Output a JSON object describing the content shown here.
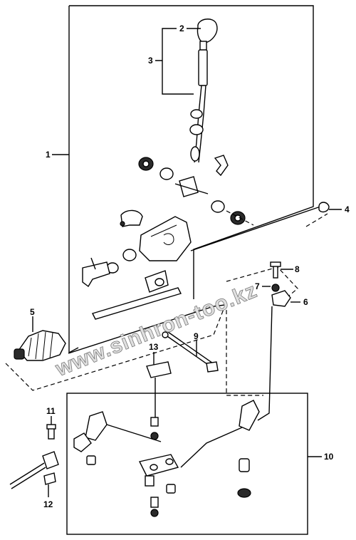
{
  "diagram": {
    "callouts": [
      {
        "id": "c1",
        "label": "1"
      },
      {
        "id": "c2",
        "label": "2"
      },
      {
        "id": "c3",
        "label": "3"
      },
      {
        "id": "c4",
        "label": "4"
      },
      {
        "id": "c5",
        "label": "5"
      },
      {
        "id": "c6",
        "label": "6"
      },
      {
        "id": "c7",
        "label": "7"
      },
      {
        "id": "c8",
        "label": "8"
      },
      {
        "id": "c9",
        "label": "9"
      },
      {
        "id": "c10",
        "label": "10"
      },
      {
        "id": "c11",
        "label": "11"
      },
      {
        "id": "c12",
        "label": "12"
      },
      {
        "id": "c13",
        "label": "13"
      }
    ],
    "watermark": "www.sinhron-too.kz"
  }
}
